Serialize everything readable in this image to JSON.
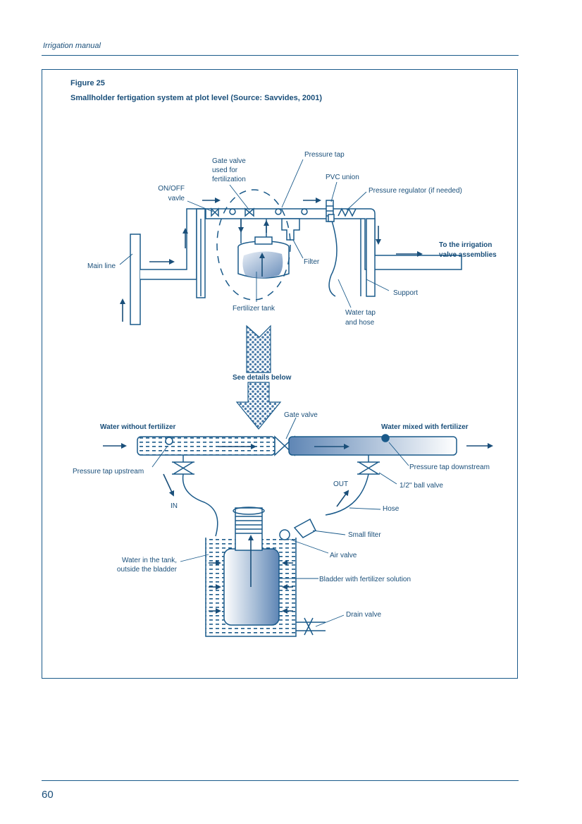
{
  "header": {
    "running_title": "Irrigation manual"
  },
  "figure": {
    "number": "Figure 25",
    "caption": "Smallholder fertigation system at plot level (Source: Savvides, 2001)"
  },
  "top_labels": {
    "gate_valve_l1": "Gate valve",
    "gate_valve_l2": "used for",
    "gate_valve_l3": "fertilization",
    "pressure_tap": "Pressure tap",
    "pvc_union": "PVC union",
    "pressure_regulator": "Pressure regulator (if needed)",
    "onoff_l1": "ON/OFF",
    "onoff_l2": "vavle",
    "to_irrigation_l1": "To the irrigation",
    "to_irrigation_l2": "valve assemblies",
    "main_line": "Main line",
    "filter": "Filter",
    "support": "Support",
    "fertilizer_tank": "Fertilizer tank",
    "water_tap_l1": "Water tap",
    "water_tap_l2": "and hose"
  },
  "middle_label": "See details below",
  "bottom_labels": {
    "gate_valve": "Gate valve",
    "water_without": "Water without fertilizer",
    "water_mixed": "Water mixed with fertilizer",
    "pressure_tap_upstream": "Pressure tap upstream",
    "pressure_tap_downstream": "Pressure tap downstream",
    "out": "OUT",
    "ball_valve": "1/2\" ball valve",
    "in": "IN",
    "hose": "Hose",
    "small_filter": "Small filter",
    "air_valve": "Air valve",
    "water_in_tank_l1": "Water in the tank,",
    "water_in_tank_l2": "outside the bladder",
    "bladder": "Bladder with fertilizer solution",
    "drain_valve": "Drain valve"
  },
  "footer": {
    "page_number": "60"
  },
  "colors": {
    "ink": "#1a4f7a",
    "line": "#1a5a8a"
  }
}
